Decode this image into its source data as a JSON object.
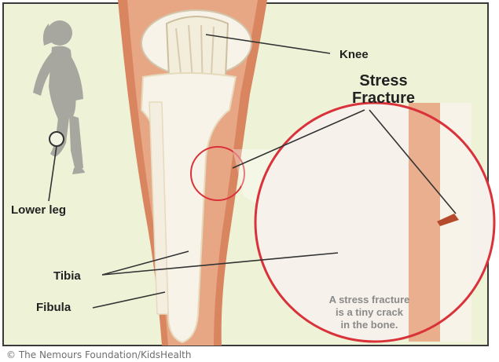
{
  "labels": {
    "knee": "Knee",
    "stress_line1": "Stress",
    "stress_line2": "Fracture",
    "lower_leg": "Lower leg",
    "tibia": "Tibia",
    "fibula": "Fibula"
  },
  "note": {
    "line1": "A stress fracture",
    "line2": "is a tiny crack",
    "line3": "in the bone."
  },
  "credit": "© The Nemours Foundation/KidsHealth",
  "colors": {
    "background": "#eef3d8",
    "skin": "#e8a784",
    "skin_shade": "#d98560",
    "bone": "#f7f3e8",
    "silhouette": "#a7a7a0",
    "callout": "#d9323a",
    "frame": "#3a3a3a"
  }
}
